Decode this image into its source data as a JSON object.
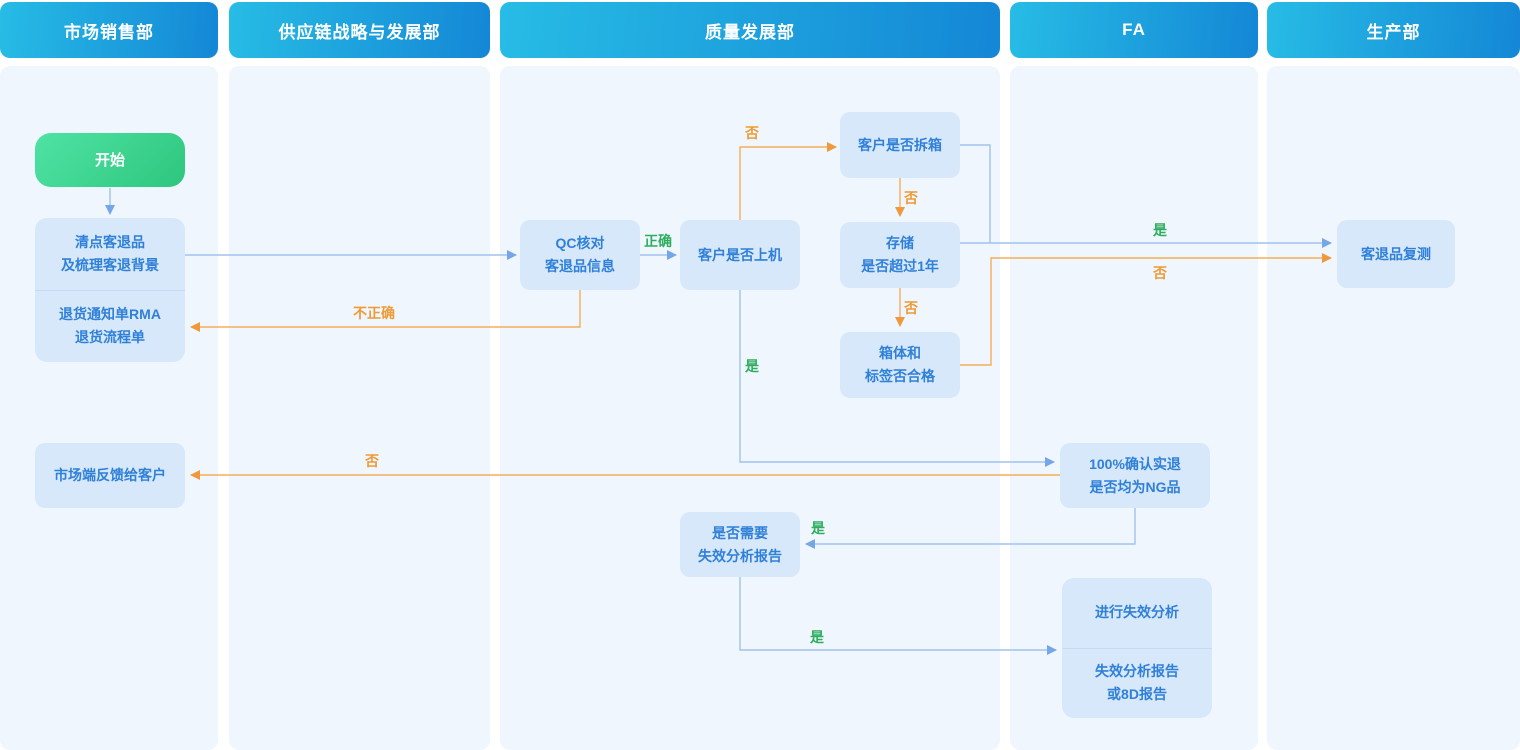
{
  "lanes": [
    {
      "title": "市场销售部"
    },
    {
      "title": "供应链战略与发展部"
    },
    {
      "title": "质量发展部"
    },
    {
      "title": "FA"
    },
    {
      "title": "生产部"
    }
  ],
  "nodes": {
    "start": {
      "label": "开始"
    },
    "count_returns": {
      "top": "清点客退品\n及梳理客退背景",
      "bottom": "退货通知单RMA\n退货流程单"
    },
    "market_feedback": {
      "label": "市场端反馈给客户"
    },
    "qc_check": {
      "label": "QC核对\n客退品信息"
    },
    "customer_on_machine": {
      "label": "客户是否上机"
    },
    "customer_unboxed": {
      "label": "客户是否拆箱"
    },
    "storage_over_1yr": {
      "label": "存储\n是否超过1年"
    },
    "box_label_ok": {
      "label": "箱体和\n标签否合格"
    },
    "retest": {
      "label": "客退品复测"
    },
    "confirm_ng": {
      "label": "100%确认实退\n是否均为NG品"
    },
    "need_fa_report": {
      "label": "是否需要\n失效分析报告"
    },
    "do_fa": {
      "top": "进行失效分析",
      "bottom": "失效分析报告\n或8D报告"
    }
  },
  "edge_labels": {
    "correct": "正确",
    "incorrect": "不正确",
    "no_to_unbox": "否",
    "no_unbox_to_storage": "否",
    "no_storage_to_box": "否",
    "yes_to_retest": "是",
    "no_to_retest": "否",
    "yes_to_confirm": "是",
    "no_to_market": "否",
    "yes_to_need_fa": "是",
    "yes_to_do_fa": "是"
  },
  "colors": {
    "header_gradient_start": "#27bce5",
    "header_gradient_end": "#1487d6",
    "lane_bg": "#f0f6fd",
    "node_bg": "#d6e8fa",
    "node_text": "#3080d8",
    "start_gradient_start": "#4fe3a4",
    "start_gradient_end": "#2ec67e",
    "edge_blue": "#9fc2ed",
    "edge_blue_arrow": "#74a6e8",
    "edge_orange": "#f6ad59",
    "edge_orange_arrow": "#f0993c",
    "label_green": "#2fad5f",
    "label_orange": "#ee9a36"
  }
}
